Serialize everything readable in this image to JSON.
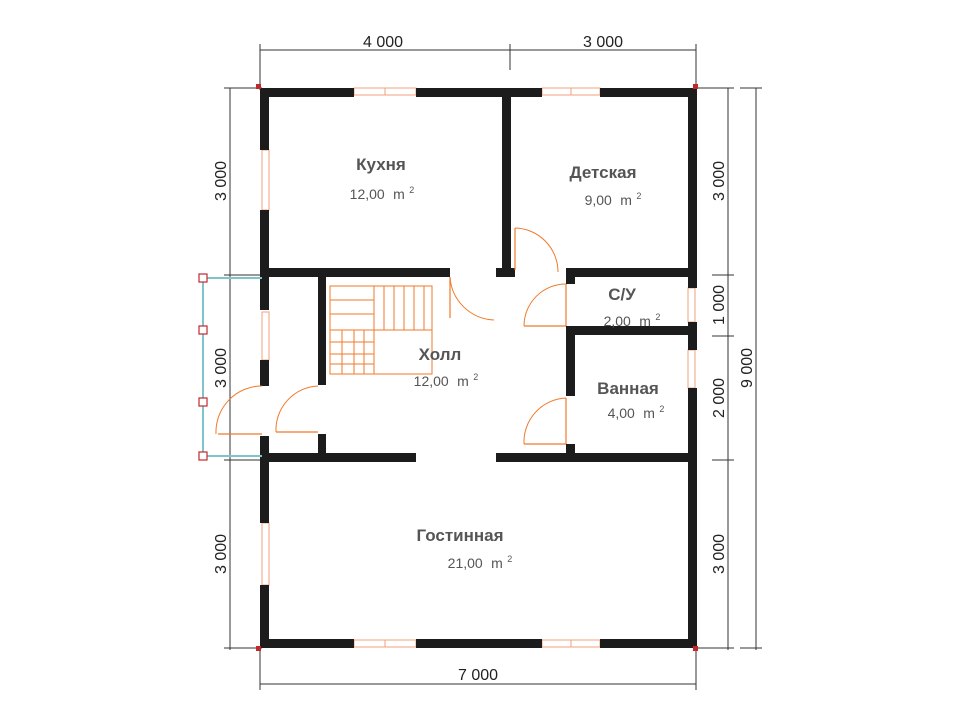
{
  "rooms": [
    {
      "key": "kitchen",
      "name": "Кухня",
      "area": "12,00",
      "unit": "m",
      "sup": "2"
    },
    {
      "key": "kids",
      "name": "Детская",
      "area": "9,00",
      "unit": "m",
      "sup": "2"
    },
    {
      "key": "wc",
      "name": "С/У",
      "area": "2,00",
      "unit": "m",
      "sup": "2"
    },
    {
      "key": "hall",
      "name": "Холл",
      "area": "12,00",
      "unit": "m",
      "sup": "2"
    },
    {
      "key": "bath",
      "name": "Ванная",
      "area": "4,00",
      "unit": "m",
      "sup": "2"
    },
    {
      "key": "living",
      "name": "Гостинная",
      "area": "21,00",
      "unit": "m",
      "sup": "2"
    }
  ],
  "dimensions": {
    "top_left": "4 000",
    "top_right": "3 000",
    "bottom": "7 000",
    "left_top": "3 000",
    "left_mid": "3 000",
    "left_bottom": "3 000",
    "right_top": "3 000",
    "right_wc": "1 000",
    "right_bath": "2 000",
    "right_bottom": "3 000",
    "right_total": "9 000"
  }
}
